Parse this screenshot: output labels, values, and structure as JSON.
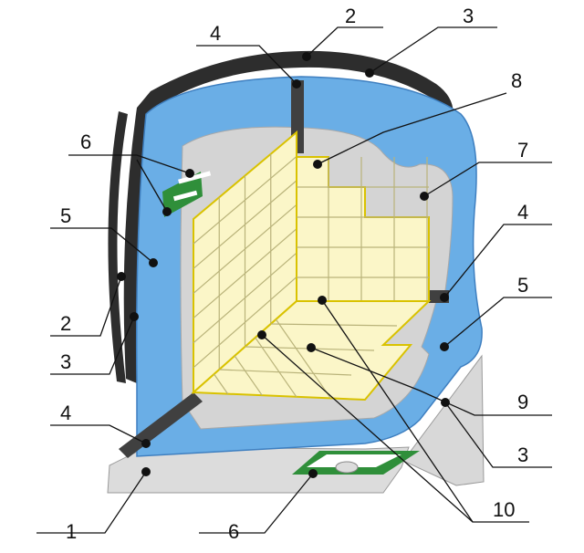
{
  "callouts": [
    {
      "label": "1"
    },
    {
      "label": "2"
    },
    {
      "label": "2"
    },
    {
      "label": "3"
    },
    {
      "label": "3"
    },
    {
      "label": "3"
    },
    {
      "label": "4"
    },
    {
      "label": "4"
    },
    {
      "label": "4"
    },
    {
      "label": "5"
    },
    {
      "label": "5"
    },
    {
      "label": "6"
    },
    {
      "label": "6"
    },
    {
      "label": "7"
    },
    {
      "label": "8"
    },
    {
      "label": "9"
    },
    {
      "label": "10"
    }
  ],
  "colors": {
    "membrane": "#6aaee6",
    "plaster": "#d4d4d4",
    "tile": "#fbf6c8",
    "tile_grout": "#b9b37a",
    "strip": "#404040",
    "bracket": "#2f8f3a",
    "slab": "#dcdcdc"
  }
}
